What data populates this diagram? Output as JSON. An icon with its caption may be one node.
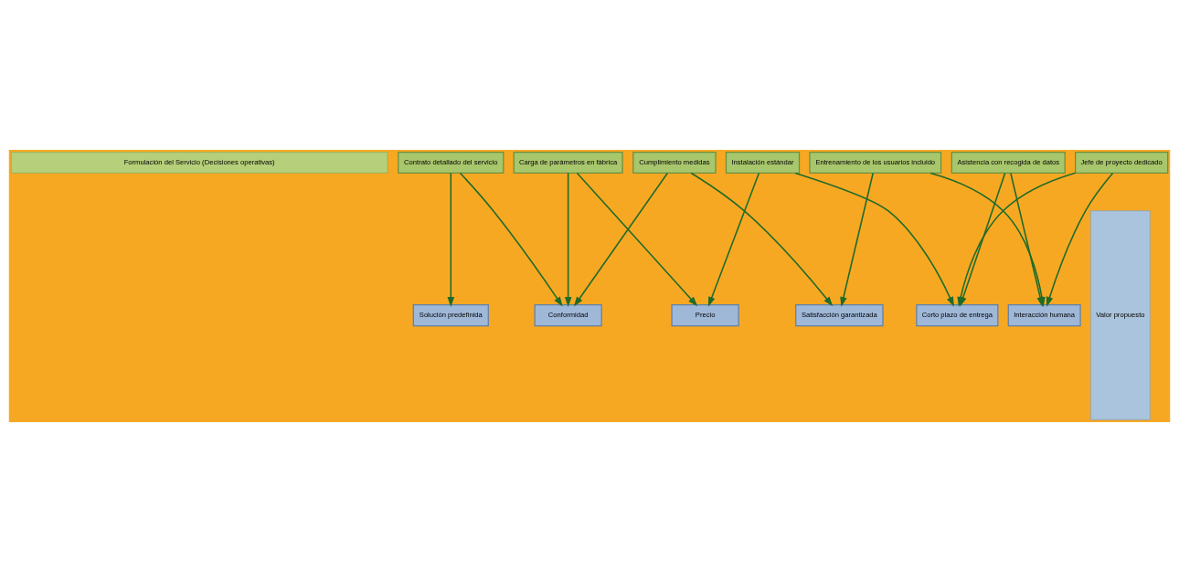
{
  "diagram": {
    "nodes": [
      {
        "text": [
          "Formulación del Servicio (Decisiones operativas)"
        ]
      },
      {
        "text": [
          "Contrato detallado del servicio"
        ]
      },
      {
        "text": [
          "Jefe de proyecto dedicado"
        ]
      },
      {
        "text": [
          "Asistencia con recogida de datos"
        ]
      },
      {
        "text": [
          "Carga de parámetros en fábrica"
        ]
      },
      {
        "text": [
          "Instalación estándar"
        ]
      },
      {
        "text": [
          "Entrenamiento de los usuarios incluido"
        ]
      },
      {
        "text": [
          "Cumplimiento medidas"
        ]
      },
      {
        "text": [
          "Valor propuesto"
        ]
      },
      {
        "text": [
          "Solución predefinida"
        ]
      },
      {
        "text": [
          "Corto plazo de entrega"
        ]
      },
      {
        "text": [
          "Conformidad"
        ]
      },
      {
        "text": [
          "Interacción humana"
        ]
      },
      {
        "text": [
          "Satisfacción garantizada"
        ]
      },
      {
        "text": [
          "Precio"
        ]
      }
    ],
    "edges": [
      {
        "from": 1,
        "to": 9,
        "arrow": "to"
      },
      {
        "from": 2,
        "to": 10,
        "arrow": "to"
      },
      {
        "from": 3,
        "to": 10,
        "arrow": "to"
      },
      {
        "from": 5,
        "to": 10,
        "arrow": "to"
      },
      {
        "from": 1,
        "to": 11,
        "arrow": "to"
      },
      {
        "from": 4,
        "to": 11,
        "arrow": "to"
      },
      {
        "from": 7,
        "to": 11,
        "arrow": "to"
      },
      {
        "from": 2,
        "to": 12,
        "arrow": "to"
      },
      {
        "from": 3,
        "to": 12,
        "arrow": "to"
      },
      {
        "from": 6,
        "to": 12,
        "arrow": "to"
      },
      {
        "from": 6,
        "to": 13,
        "arrow": "to"
      },
      {
        "from": 7,
        "to": 13,
        "arrow": "to"
      },
      {
        "from": 4,
        "to": 14,
        "arrow": "to"
      },
      {
        "from": 5,
        "to": 14,
        "arrow": "to"
      }
    ]
  }
}
